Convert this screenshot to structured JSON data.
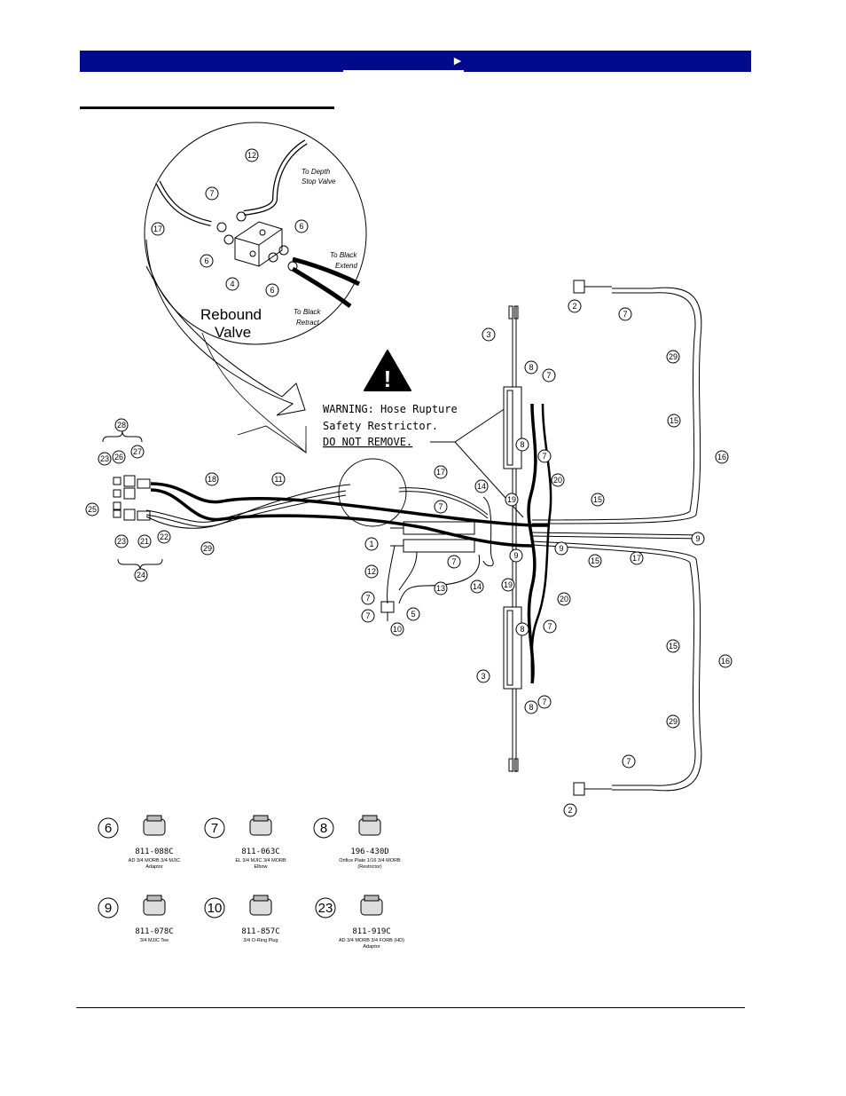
{
  "header": {
    "nav_arrow": "►"
  },
  "rebound": {
    "title_line1": "Rebound",
    "title_line2": "Valve",
    "to_depth1": "To Depth",
    "to_depth2": "Stop Valve",
    "to_black_extend1": "To Black",
    "to_black_extend2": "Extend",
    "to_black_retract1": "To Black",
    "to_black_retract2": "Retract"
  },
  "warning": {
    "line1": "WARNING: Hose Rupture",
    "line2": "Safety Restrictor.",
    "line3": "DO NOT REMOVE."
  },
  "callouts": [
    {
      "n": "12"
    },
    {
      "n": "7"
    },
    {
      "n": "17"
    },
    {
      "n": "6"
    },
    {
      "n": "6"
    },
    {
      "n": "4"
    },
    {
      "n": "6"
    },
    {
      "n": "2"
    },
    {
      "n": "7"
    },
    {
      "n": "3"
    },
    {
      "n": "29"
    },
    {
      "n": "8"
    },
    {
      "n": "7"
    },
    {
      "n": "15"
    },
    {
      "n": "16"
    },
    {
      "n": "28"
    },
    {
      "n": "27"
    },
    {
      "n": "26"
    },
    {
      "n": "23"
    },
    {
      "n": "18"
    },
    {
      "n": "11"
    },
    {
      "n": "17"
    },
    {
      "n": "14"
    },
    {
      "n": "8"
    },
    {
      "n": "7"
    },
    {
      "n": "20"
    },
    {
      "n": "19"
    },
    {
      "n": "15"
    },
    {
      "n": "25"
    },
    {
      "n": "7"
    },
    {
      "n": "9"
    },
    {
      "n": "1"
    },
    {
      "n": "9"
    },
    {
      "n": "7"
    },
    {
      "n": "9"
    },
    {
      "n": "15"
    },
    {
      "n": "17"
    },
    {
      "n": "23"
    },
    {
      "n": "21"
    },
    {
      "n": "22"
    },
    {
      "n": "29"
    },
    {
      "n": "12"
    },
    {
      "n": "14"
    },
    {
      "n": "24"
    },
    {
      "n": "19"
    },
    {
      "n": "13"
    },
    {
      "n": "20"
    },
    {
      "n": "7"
    },
    {
      "n": "5"
    },
    {
      "n": "7"
    },
    {
      "n": "10"
    },
    {
      "n": "8"
    },
    {
      "n": "7"
    },
    {
      "n": "15"
    },
    {
      "n": "16"
    },
    {
      "n": "3"
    },
    {
      "n": "8"
    },
    {
      "n": "7"
    },
    {
      "n": "29"
    },
    {
      "n": "7"
    },
    {
      "n": "2"
    }
  ],
  "parts": [
    {
      "key": "6",
      "number": "811-088C",
      "desc1": "AD 3/4 MORB 3/4 MJIC",
      "desc2": "Adaptor"
    },
    {
      "key": "7",
      "number": "811-063C",
      "desc1": "EL 3/4 MJIC 3/4 MORB",
      "desc2": "Elbow"
    },
    {
      "key": "8",
      "number": "196-430D",
      "desc1": "Orifice Plate 1/16 3/4 MORB",
      "desc2": "(Restrictor)"
    },
    {
      "key": "9",
      "number": "811-078C",
      "desc1": "3/4 MJIC Tee",
      "desc2": ""
    },
    {
      "key": "10",
      "number": "811-857C",
      "desc1": "3/4 O-Ring Plug",
      "desc2": ""
    },
    {
      "key": "23",
      "number": "811-919C",
      "desc1": "AD 3/4 MORB 3/4 FORB (HD)",
      "desc2": "Adaptor"
    }
  ]
}
